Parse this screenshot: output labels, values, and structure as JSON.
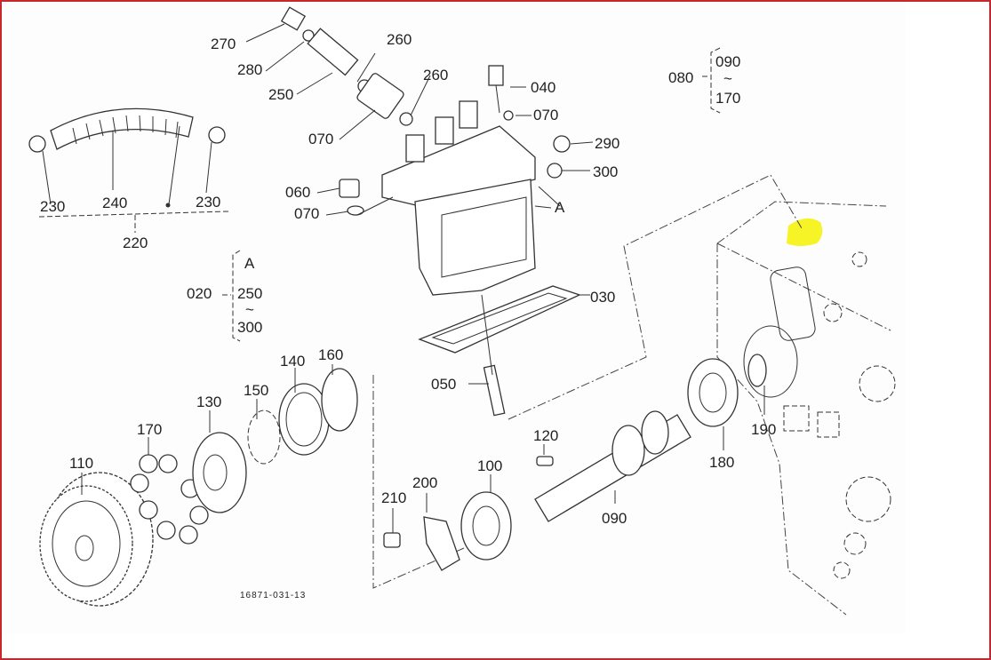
{
  "diagram": {
    "drawing_number": "16871-031-13",
    "highlight_color": "#f5f200",
    "border_color": "#c8282d",
    "callouts": [
      "270",
      "280",
      "260",
      "250",
      "260",
      "070",
      "040",
      "070",
      "290",
      "300",
      "060",
      "070",
      "A",
      "230",
      "240",
      "230",
      "220",
      "A",
      "020",
      "250",
      "~",
      "300",
      "080",
      "090",
      "~",
      "170",
      "030",
      "050",
      "140",
      "160",
      "150",
      "130",
      "170",
      "110",
      "120",
      "100",
      "200",
      "210",
      "090",
      "180",
      "190"
    ]
  }
}
